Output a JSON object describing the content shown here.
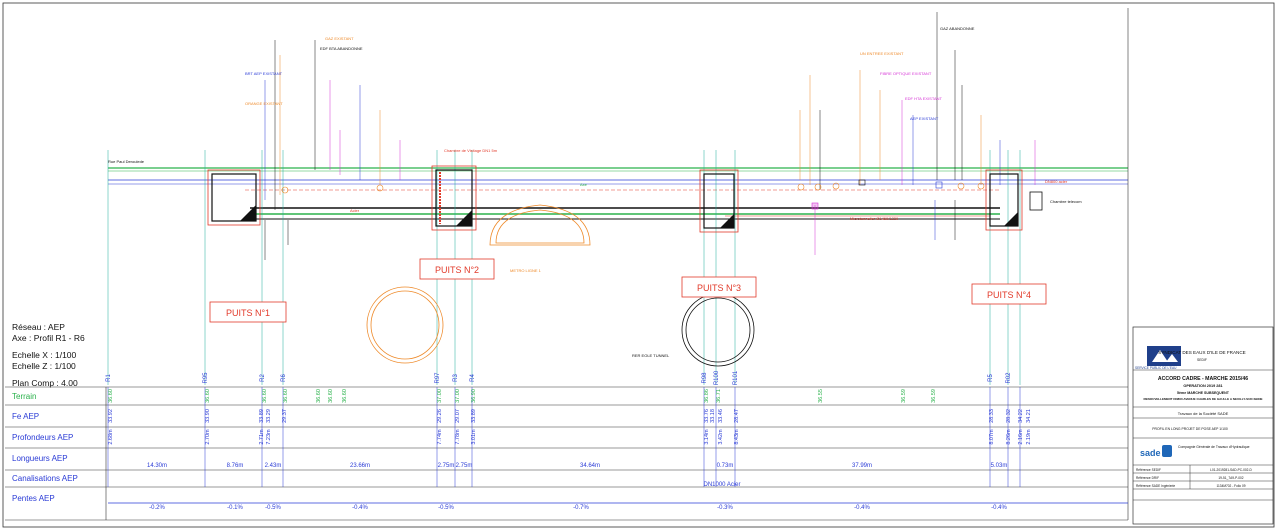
{
  "legend": {
    "reseau": "Réseau : AEP",
    "axe": "Axe : Profil R1 - R6",
    "echelle_x": "Echelle X : 1/100",
    "echelle_z": "Echelle Z : 1/100",
    "plan_comp": "Plan Comp : 4.00"
  },
  "puits": [
    {
      "label": "PUITS N°1"
    },
    {
      "label": "PUITS N°2"
    },
    {
      "label": "PUITS N°3"
    },
    {
      "label": "PUITS N°4"
    }
  ],
  "table_rows": [
    {
      "label": "Terrain"
    },
    {
      "label": "Fe AEP"
    },
    {
      "label": "Profondeurs  AEP"
    },
    {
      "label": "Longueurs AEP"
    },
    {
      "label": "Canalisations  AEP"
    },
    {
      "label": "Pentes  AEP"
    }
  ],
  "stations": [
    "R1",
    "R95",
    "R2",
    "R6",
    "R97",
    "R3",
    "R4",
    "R98",
    "R100",
    "R101",
    "R5",
    "R02"
  ],
  "terrain_values": [
    "36.60",
    "36.60",
    "36.60",
    "36.60",
    "36.60",
    "36.60",
    "36.60",
    "37.00",
    "37.00",
    "36.90",
    "36.86",
    "36.71",
    "36.55",
    "36.59",
    "36.59"
  ],
  "fe_values": [
    "33.92",
    "33.90",
    "33.89",
    "33.29",
    "29.37",
    "29.26",
    "29.07",
    "33.89",
    "33.76",
    "33.18",
    "33.46",
    "28.47",
    "28.33",
    "28.32",
    "34.22",
    "34.21"
  ],
  "profondeurs_values": [
    "2.68m",
    "2.70m",
    "2.71m",
    "7.23m",
    "7.74m",
    "7.78m",
    "3.01m",
    "3.14m",
    "3.42m",
    "8.43m",
    "8.07m",
    "8.26m",
    "2.16m",
    "2.19m"
  ],
  "longueurs_values": [
    "14.30m",
    "8.76m",
    "2.43m",
    "23.66m",
    "2.75m",
    "2.75m",
    "34.64m",
    "0.73m",
    "37.99m",
    "5.03m"
  ],
  "canalisation": "DN1000 Acier",
  "pentes_values": [
    "-0.2%",
    "-0.1%",
    "-0.5%",
    "-0.4%",
    "-0.5%",
    "-0.7%",
    "-0.3%",
    "-0.4%",
    "-0.4%"
  ],
  "network_labels": [
    {
      "text": "EDF BTA ABANDONNE"
    },
    {
      "text": "GAZ EXISTANT"
    },
    {
      "text": "ORANGE EXISTANT"
    },
    {
      "text": "BRT AEP EXISTANT"
    },
    {
      "text": "GAZ ABANDONNE"
    },
    {
      "text": "FIBRE OPTIQUE EXISTANT"
    },
    {
      "text": "UN ENTREE EXISTANT"
    },
    {
      "text": "AEP EXISTANT"
    },
    {
      "text": "EDF HTA EXISTANT"
    },
    {
      "text": "Chambre de Visitage DN1 5m"
    },
    {
      "text": "Rue Paul Deroulede"
    },
    {
      "text": "Chambre telecom"
    },
    {
      "text": "Microtunnelier Ø1460/1220"
    },
    {
      "text": "Acier"
    },
    {
      "text": "Axe"
    },
    {
      "text": "METRO LIGNE 1"
    },
    {
      "text": "RER EOLE TUNNEL"
    },
    {
      "text": "DN800 acier"
    }
  ],
  "title_block": {
    "client": "SYNDICAT DES EAUX D'ILE DE FRANCE",
    "client_sub": "SEDIF",
    "project_title": "ACCORD CADRE - MARCHE 2015/46",
    "operation": "OPERATION 2019 281",
    "subtitle1": "5ème MARCHE SUBSEQUENT",
    "subtitle2": "RENOUVELLEMENT DN800 AVENUE CHARLES DE GAULLE A NEUILLY-SUR-SEINE",
    "works": "Travaux de la Société SADE",
    "drawing": "PROFIL EN LONG PROJET DE POSE AEP 1/100",
    "company": "Compagnie Générale de Travaux d'Hydraulique",
    "ref_sedif_label": "Référence SEDIF",
    "ref_sedif": "L01-2019281-SAD-PC-002-D",
    "ref_drif_label": "Référence DRIF",
    "ref_drif": "19-51_7A9-P-002",
    "ref_sade_label": "Référence SADE Ingénierie",
    "ref_sade": "1134M702 - Folio 09",
    "logo_text": "sade",
    "service": "SERVICE PUBLIC DE L'EAU"
  },
  "colors": {
    "green": "#2bb24c",
    "red": "#e23a2a",
    "orange": "#ee8a2a",
    "blue": "#2a3bd6",
    "magenta": "#d635d6",
    "black": "#111111",
    "teal": "#1fae9a"
  }
}
